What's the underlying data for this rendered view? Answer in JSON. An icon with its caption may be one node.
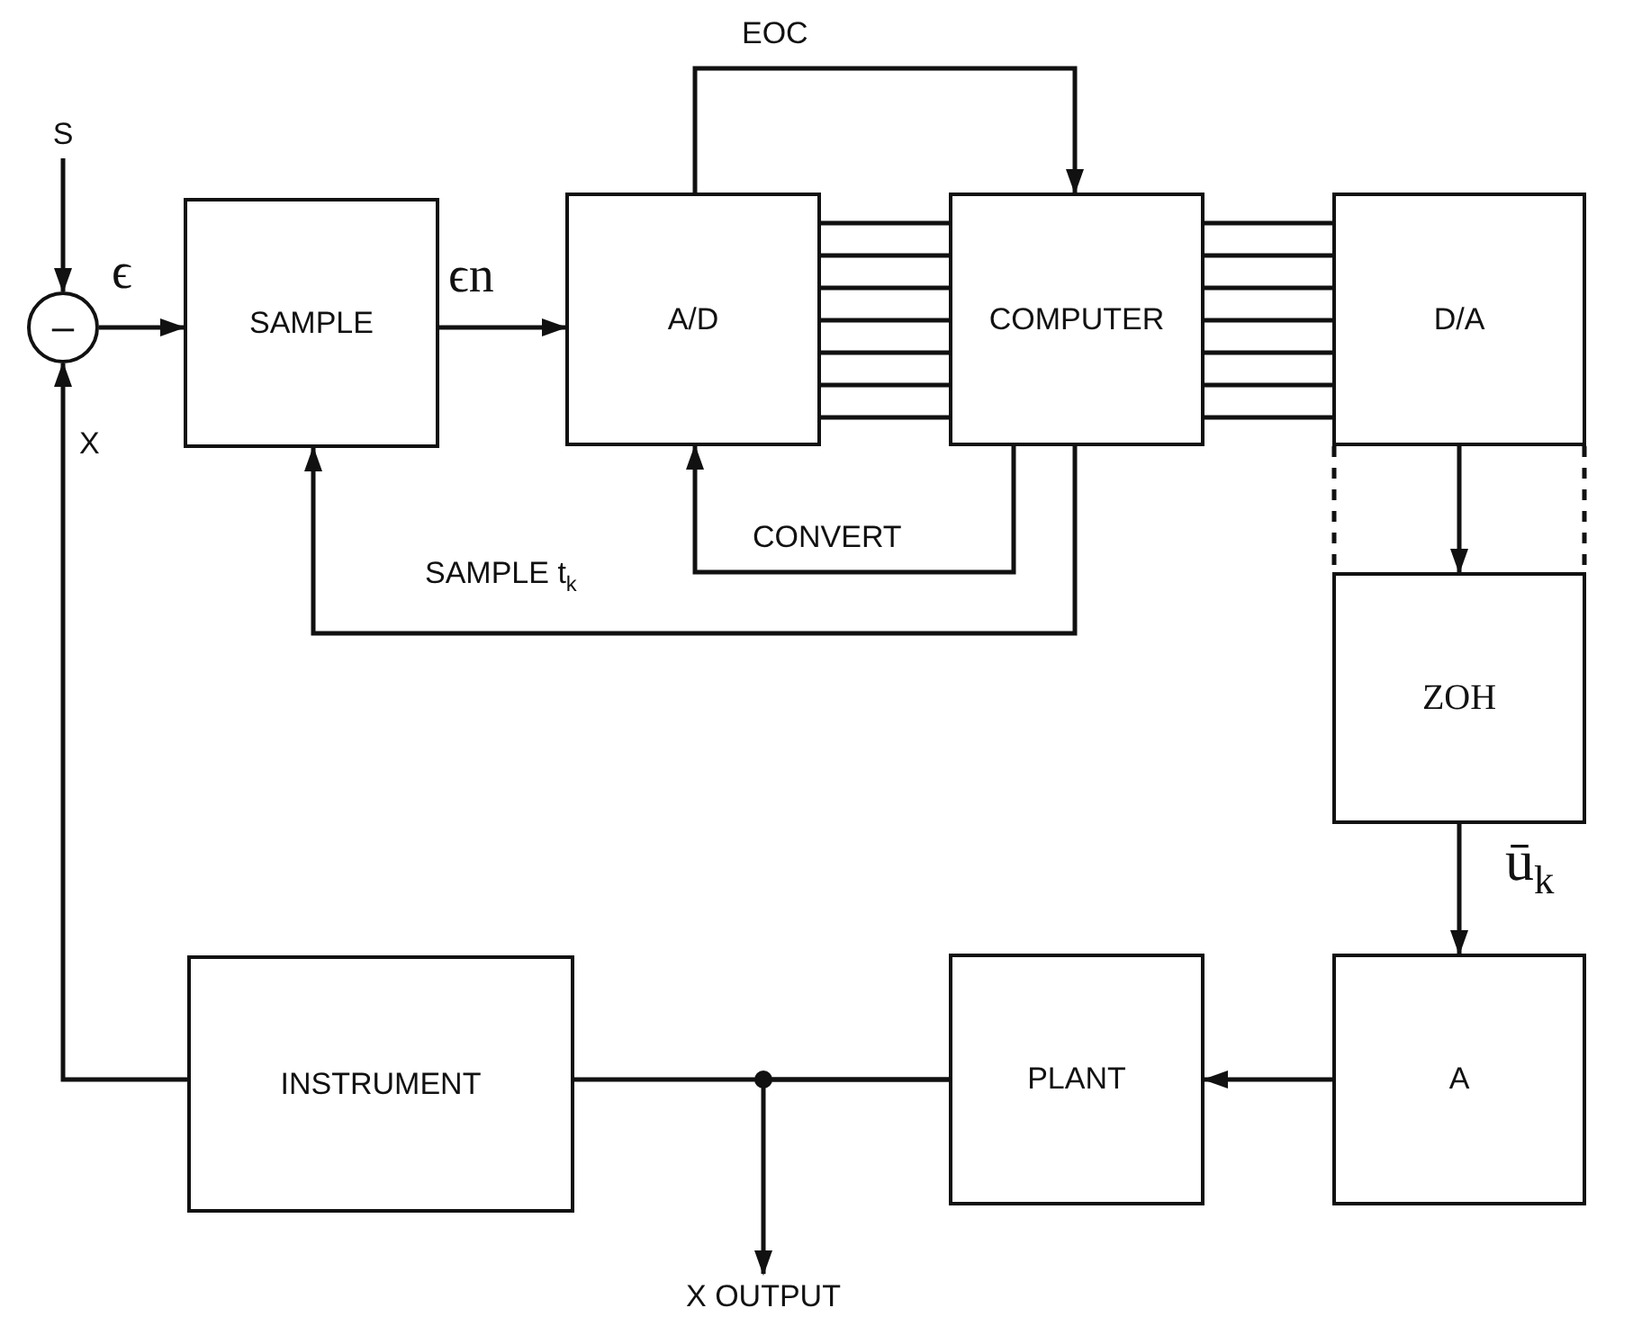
{
  "diagram": {
    "nodes": [
      {
        "text": [
          "S"
        ]
      },
      {
        "text": [
          "–"
        ]
      },
      {
        "text": [
          "SAMPLE"
        ]
      },
      {
        "text": [
          "A/D"
        ]
      },
      {
        "text": [
          "COMPUTER"
        ]
      },
      {
        "text": [
          "D/A"
        ]
      },
      {
        "text": [
          "ZOH"
        ]
      },
      {
        "text": [
          "A"
        ]
      },
      {
        "text": [
          "PLANT"
        ]
      },
      {
        "text": [
          "INSTRUMENT"
        ]
      },
      {
        "text": [
          "X OUTPUT"
        ]
      }
    ],
    "edges": [
      {
        "from": 0,
        "to": 1,
        "arrow": "to"
      },
      {
        "from": 1,
        "to": 2,
        "arrow": "to",
        "label": "ϵ"
      },
      {
        "from": 2,
        "to": 3,
        "arrow": "to",
        "label": "ϵn"
      },
      {
        "from": 3,
        "to": 4,
        "arrow": "none"
      },
      {
        "from": 3,
        "to": 4,
        "arrow": "to",
        "label": "EOC"
      },
      {
        "from": 4,
        "to": 3,
        "arrow": "to",
        "label": "CONVERT"
      },
      {
        "from": 4,
        "to": 2,
        "arrow": "to",
        "label": "SAMPLE t$_{k}$"
      },
      {
        "from": 4,
        "to": 5,
        "arrow": "none"
      },
      {
        "from": 5,
        "to": 6,
        "arrow": "to"
      },
      {
        "from": 5,
        "to": 6,
        "arrow": "none",
        "style": "dashed"
      },
      {
        "from": 5,
        "to": 6,
        "arrow": "none",
        "style": "dashed"
      },
      {
        "from": 6,
        "to": 7,
        "arrow": "to",
        "label": "ū$_{k}$"
      },
      {
        "from": 7,
        "to": 8,
        "arrow": "to"
      },
      {
        "from": 8,
        "to": 9,
        "arrow": "none"
      },
      {
        "from": 8,
        "to": 10,
        "arrow": "to"
      },
      {
        "from": 9,
        "to": 1,
        "arrow": "to",
        "label": "X"
      }
    ]
  }
}
